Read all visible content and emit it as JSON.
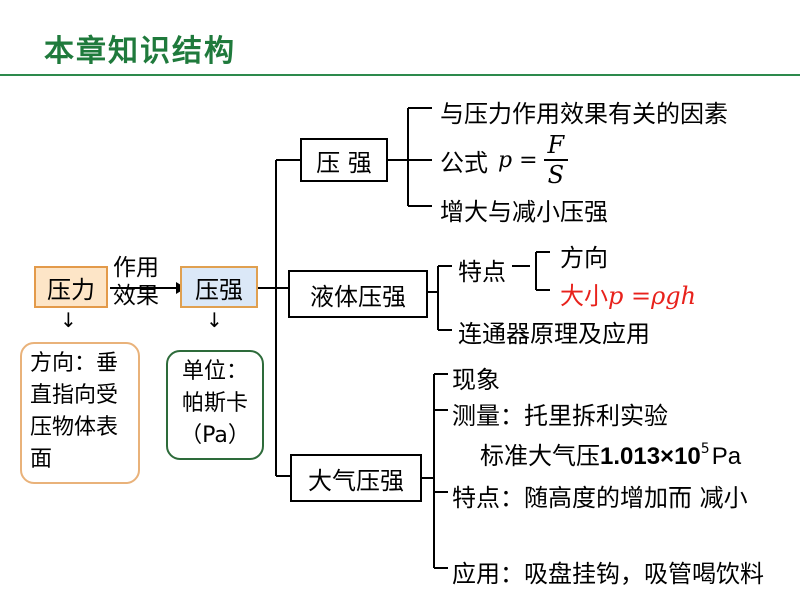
{
  "page_title": "本章知识结构",
  "nodes": {
    "pressure_force": "压力",
    "action_effect": "作用\n效果",
    "pressure_main": "压强",
    "pressure_branch": "压 强",
    "liquid_pressure": "液体压强",
    "atmos_pressure": "大气压强"
  },
  "pressure_force_note": "方向：垂直指向受压物体表面",
  "pressure_unit_note": "单位：帕斯卡（Pa）",
  "pressure_branch_items": {
    "factors": "与压力作用效果有关的因素",
    "formula_label": "公式",
    "formula_lhs": "p =",
    "formula_num": "F",
    "formula_den": "S",
    "change": "增大与减小压强"
  },
  "liquid_items": {
    "feature_label": "特点",
    "direction": "方向",
    "magnitude_prefix": "大小",
    "magnitude_formula": "p =ρgh",
    "connector": "连通器原理及应用"
  },
  "atmos_items": {
    "phenomenon": "现象",
    "measurement": "测量：托里拆利实验",
    "standard_prefix": "标准大气压",
    "standard_value": "1.013×10",
    "standard_exp": "5",
    "standard_unit": "Pa",
    "feature": "特点：随高度的增加而 减小",
    "application": "应用：吸盘挂钩，吸管喝饮料"
  },
  "colors": {
    "title_green": "#1f7a3c",
    "rule_green": "#2d8a4c",
    "orange_fill": "#fde5c7",
    "orange_border": "#e39a4a",
    "blue_fill": "#dbe8f7",
    "blue_border": "#e0a050",
    "green_border": "#2d6b3a",
    "red": "#e8221c"
  }
}
